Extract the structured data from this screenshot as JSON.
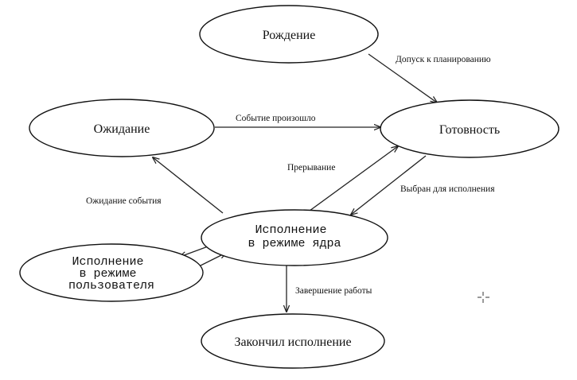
{
  "nodes": {
    "birth": "Рождение",
    "ready": "Готовность",
    "waiting": "Ожидание",
    "kernel_mode": [
      "Исполнение",
      "в режиме ядра"
    ],
    "user_mode": [
      "Исполнение",
      "в режиме",
      "пользователя"
    ],
    "finished": "Закончил исполнение"
  },
  "edges": {
    "admission": "Допуск к планированию",
    "event_occurred": "Событие произошло",
    "interrupt": "Прерывание",
    "selected": "Выбран для исполнения",
    "wait_event": "Ожидание события",
    "terminate": "Завершение работы"
  },
  "colors": {
    "stroke": "#111111",
    "background": "#ffffff"
  }
}
